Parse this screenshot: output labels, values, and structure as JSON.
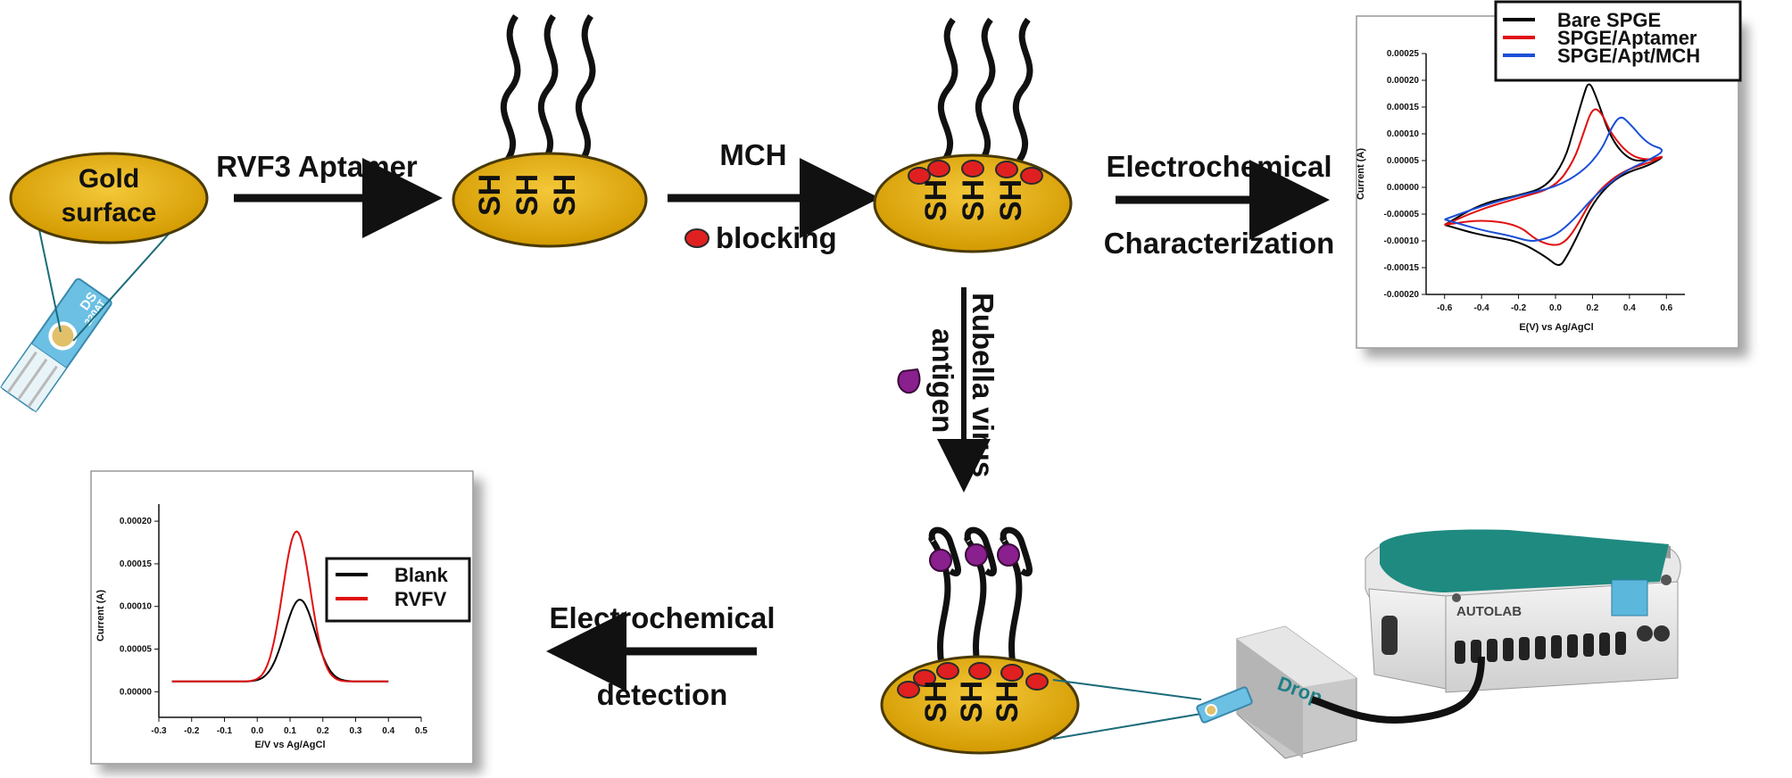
{
  "labels": {
    "gold_surface_line1": "Gold",
    "gold_surface_line2": "surface",
    "step1": "RVF3 Aptamer",
    "step2": "MCH",
    "blocking": "blocking",
    "step3_line1": "Electrochemical",
    "step3_line2": "Characterization",
    "step4_line1": "Rubella virus",
    "step4_line2": "antigen",
    "step5_line1": "Electrochemical",
    "step5_line2": "detection",
    "thiol": "SH",
    "electrode_brand": "DS",
    "electrode_model": "220AT",
    "instrument_brand": "AUTOLAB",
    "dropsens_fragment": "Drop"
  },
  "colors": {
    "gold": "#e8b00a",
    "gold_edge": "#5b4a10",
    "red_mch": "#e02020",
    "purple_antigen": "#8a1f8e",
    "teal_lid": "#1f8a80",
    "electrode_blue": "#5bb7dc"
  },
  "chart_data": [
    {
      "type": "line",
      "name": "cv-characterization",
      "xlabel": "E(V) vs Ag/AgCl",
      "ylabel": "Current (A)",
      "xlim": [
        -0.7,
        0.7
      ],
      "ylim": [
        -0.0002,
        0.00025
      ],
      "xticks": [
        "-0.6",
        "-0.4",
        "-0.2",
        "0.0",
        "0.2",
        "0.4",
        "0.6"
      ],
      "yticks": [
        "0.00025",
        "0.00020",
        "0.00015",
        "0.00010",
        "0.00005",
        "0.00000",
        "-0.00005",
        "-0.00010",
        "-0.00015",
        "-0.00020"
      ],
      "legend_position": "top-right",
      "series": [
        {
          "name": "Bare SPGE",
          "color": "#000000",
          "x": [
            -0.6,
            -0.4,
            -0.2,
            -0.05,
            0.05,
            0.1,
            0.15,
            0.18,
            0.22,
            0.3,
            0.4,
            0.5,
            0.6,
            0.5,
            0.4,
            0.3,
            0.2,
            0.12,
            0.06,
            0.02,
            -0.05,
            -0.2,
            -0.4,
            -0.6
          ],
          "y": [
            -7e-05,
            -3e-05,
            -1.5e-05,
            0.0,
            5e-05,
            0.00011,
            0.00017,
            0.0002,
            0.00017,
            9e-05,
            5e-05,
            5e-05,
            6e-05,
            4e-05,
            3e-05,
            1e-05,
            -3e-05,
            -9e-05,
            -0.00013,
            -0.00015,
            -0.00013,
            -0.0001,
            -9e-05,
            -7e-05
          ]
        },
        {
          "name": "SPGE/Aptamer",
          "color": "#e01010",
          "x": [
            -0.6,
            -0.4,
            -0.2,
            0.0,
            0.1,
            0.15,
            0.2,
            0.25,
            0.3,
            0.4,
            0.5,
            0.6,
            0.5,
            0.4,
            0.3,
            0.2,
            0.12,
            0.06,
            0.0,
            -0.1,
            -0.2,
            -0.4,
            -0.6
          ],
          "y": [
            -7e-05,
            -4e-05,
            -2e-05,
            0.0,
            5e-05,
            0.0001,
            0.00015,
            0.00014,
            0.0001,
            6e-05,
            5e-05,
            6e-05,
            4.5e-05,
            3.5e-05,
            1.5e-05,
            -2e-05,
            -7e-05,
            -0.0001,
            -0.00011,
            -0.0001,
            -7e-05,
            -6e-05,
            -7e-05
          ]
        },
        {
          "name": "SPGE/Apt/MCH",
          "color": "#1a4fd6",
          "x": [
            -0.6,
            -0.4,
            -0.2,
            0.0,
            0.15,
            0.25,
            0.3,
            0.35,
            0.4,
            0.5,
            0.6,
            0.5,
            0.4,
            0.3,
            0.2,
            0.1,
            0.0,
            -0.1,
            -0.15,
            -0.25,
            -0.4,
            -0.6
          ],
          "y": [
            -6e-05,
            -3.5e-05,
            -1.5e-05,
            0.0,
            3e-05,
            7e-05,
            0.00011,
            0.000135,
            0.00012,
            8e-05,
            7e-05,
            5e-05,
            3.5e-05,
            1e-05,
            -2e-05,
            -6e-05,
            -9e-05,
            -0.0001,
            -0.0001,
            -9e-05,
            -8e-05,
            -6e-05
          ]
        }
      ]
    },
    {
      "type": "line",
      "name": "dpv-detection",
      "xlabel": "E/V vs Ag/AgCl",
      "ylabel": "Current (A)",
      "xlim": [
        -0.3,
        0.5
      ],
      "ylim": [
        -3e-05,
        0.00022
      ],
      "xticks": [
        "-0.3",
        "-0.2",
        "-0.1",
        "0.0",
        "0.1",
        "0.2",
        "0.3",
        "0.4",
        "0.5"
      ],
      "yticks": [
        "0.00020",
        "0.00015",
        "0.00010",
        "0.00005",
        "0.00000"
      ],
      "legend_position": "top-right",
      "series": [
        {
          "name": "Blank",
          "color": "#000000",
          "peak_x": 0.13,
          "peak_y": 0.000108,
          "width": 0.065,
          "base": 1.2e-05
        },
        {
          "name": "RVFV",
          "color": "#e01010",
          "peak_x": 0.12,
          "peak_y": 0.000188,
          "width": 0.06,
          "base": 1.2e-05
        }
      ]
    }
  ]
}
